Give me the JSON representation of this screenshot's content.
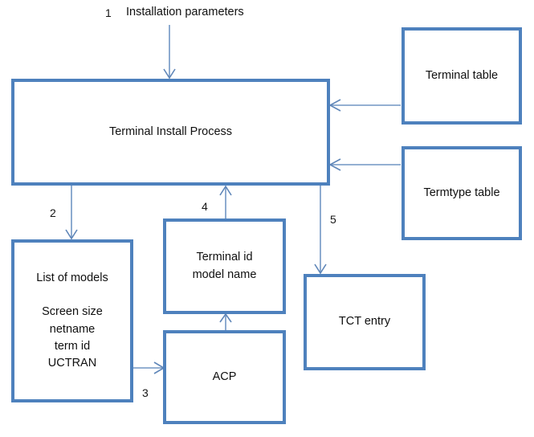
{
  "diagram": {
    "title_text": "Installation parameters",
    "accent_color": "#4e81bd",
    "arrow_color": "#7196c4",
    "nodes": {
      "terminal_install_process": "Terminal Install Process",
      "terminal_table": "Terminal table",
      "termtype_table": "Termtype table",
      "list_of_models": "List of models\n\nScreen size\nnetname\nterm id\nUCTRAN",
      "terminal_id_model_name": "Terminal id\nmodel name",
      "acp": "ACP",
      "tct_entry": "TCT entry"
    },
    "edge_labels": {
      "one": "1",
      "two": "2",
      "three": "3",
      "four": "4",
      "five": "5"
    }
  }
}
